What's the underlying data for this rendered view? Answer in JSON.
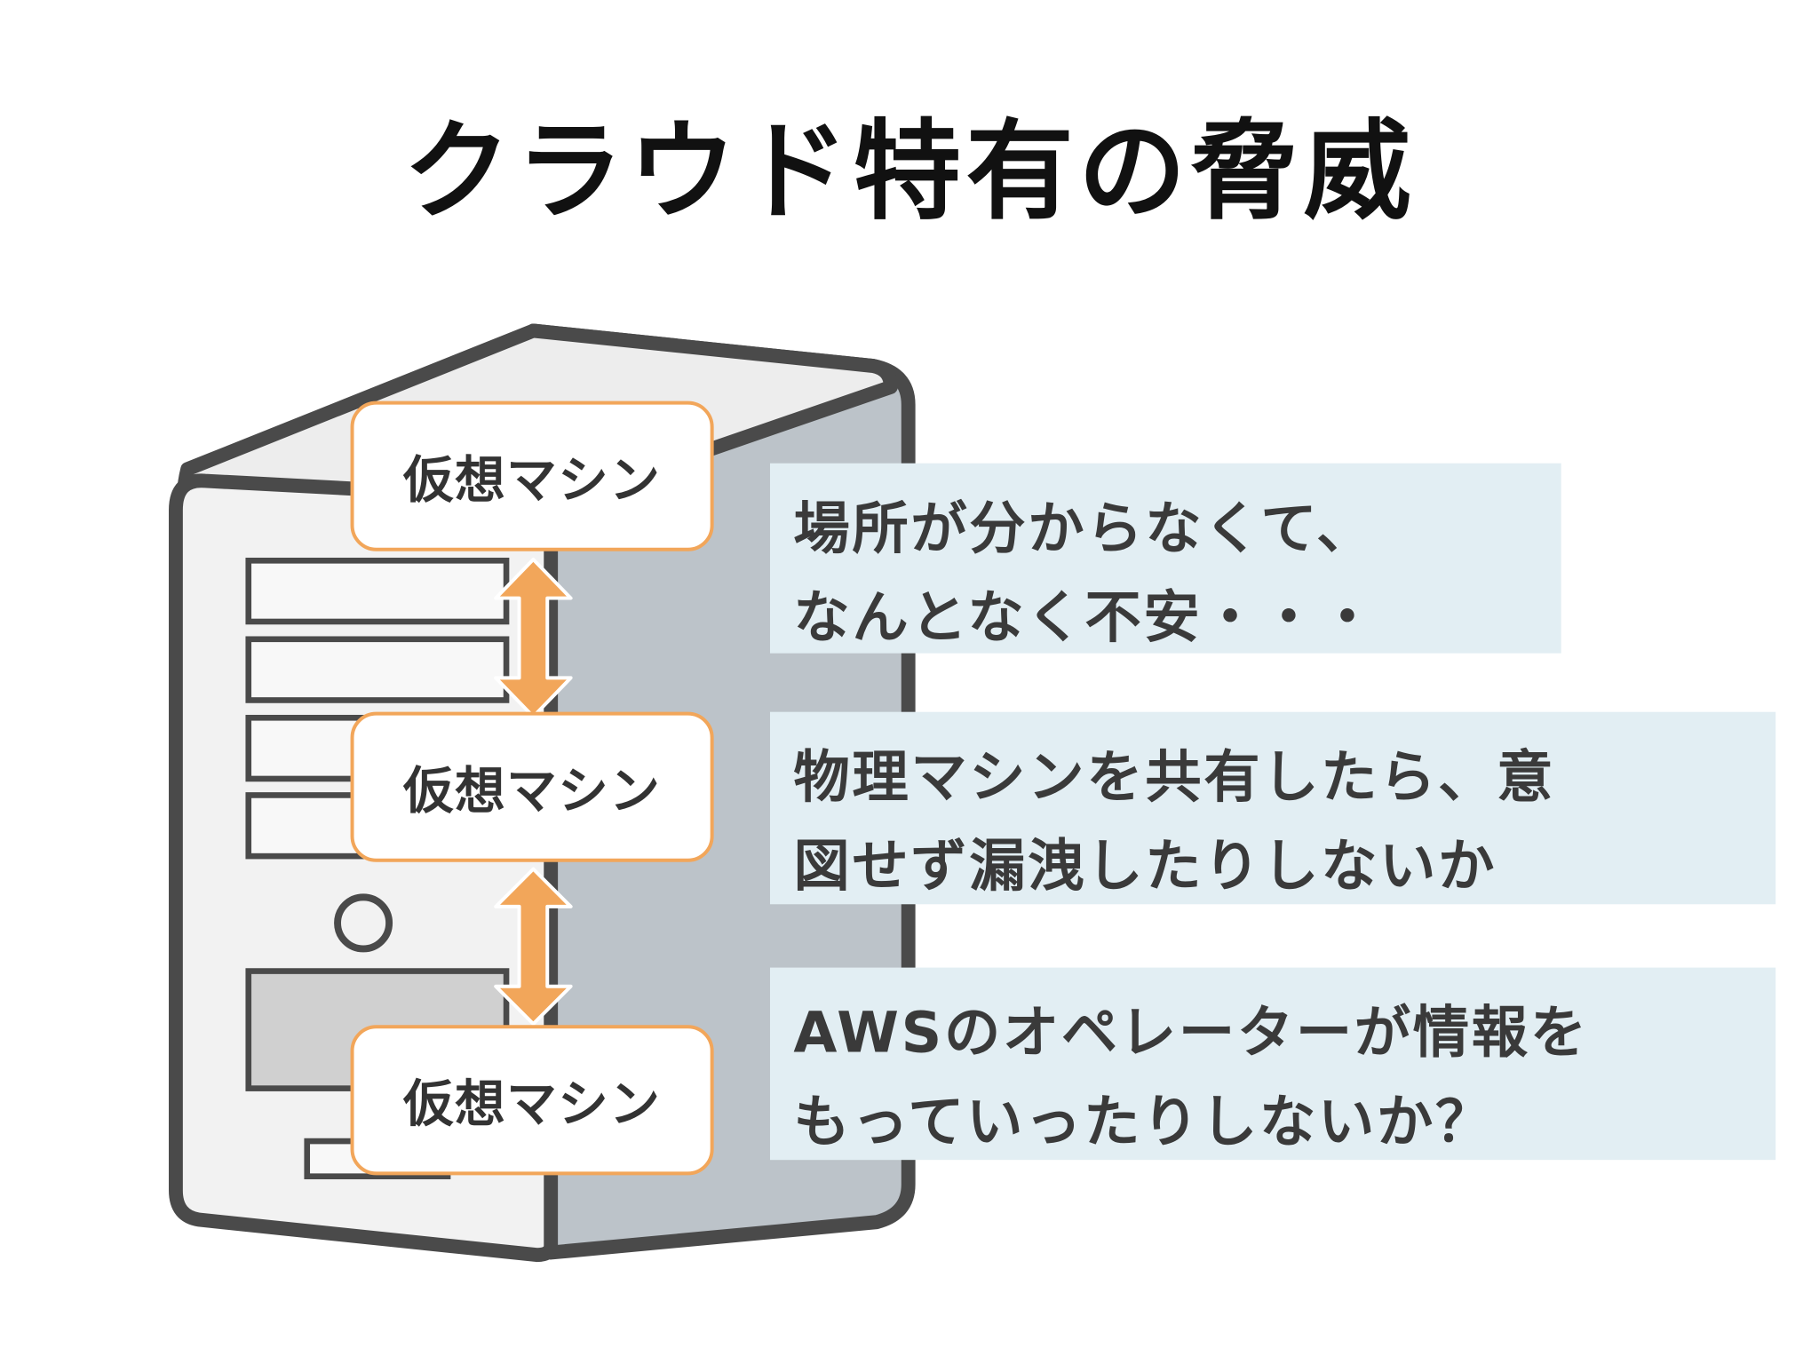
{
  "slide": {
    "title": "クラウド特有の脅威"
  },
  "diagram": {
    "virtual_machines": [
      {
        "label": "仮想マシン"
      },
      {
        "label": "仮想マシン"
      },
      {
        "label": "仮想マシン"
      }
    ],
    "concerns": [
      {
        "text": "場所が分からなくて、\nなんとなく不安・・・"
      },
      {
        "text": "物理マシンを共有したら、意\n図せず漏洩したりしないか"
      },
      {
        "text": "AWSのオペレーターが情報を\nもっていったりしないか？"
      }
    ],
    "colors": {
      "vm_border": "#f2a65a",
      "arrow_fill": "#f2a65a",
      "note_background": "#e2eef3",
      "server_body": "#f2f2f2",
      "server_side": "#bcc3c9",
      "server_outline": "#4a4a4a"
    },
    "icons": {
      "server": "server-tower-icon",
      "arrow": "double-arrow-icon"
    }
  }
}
